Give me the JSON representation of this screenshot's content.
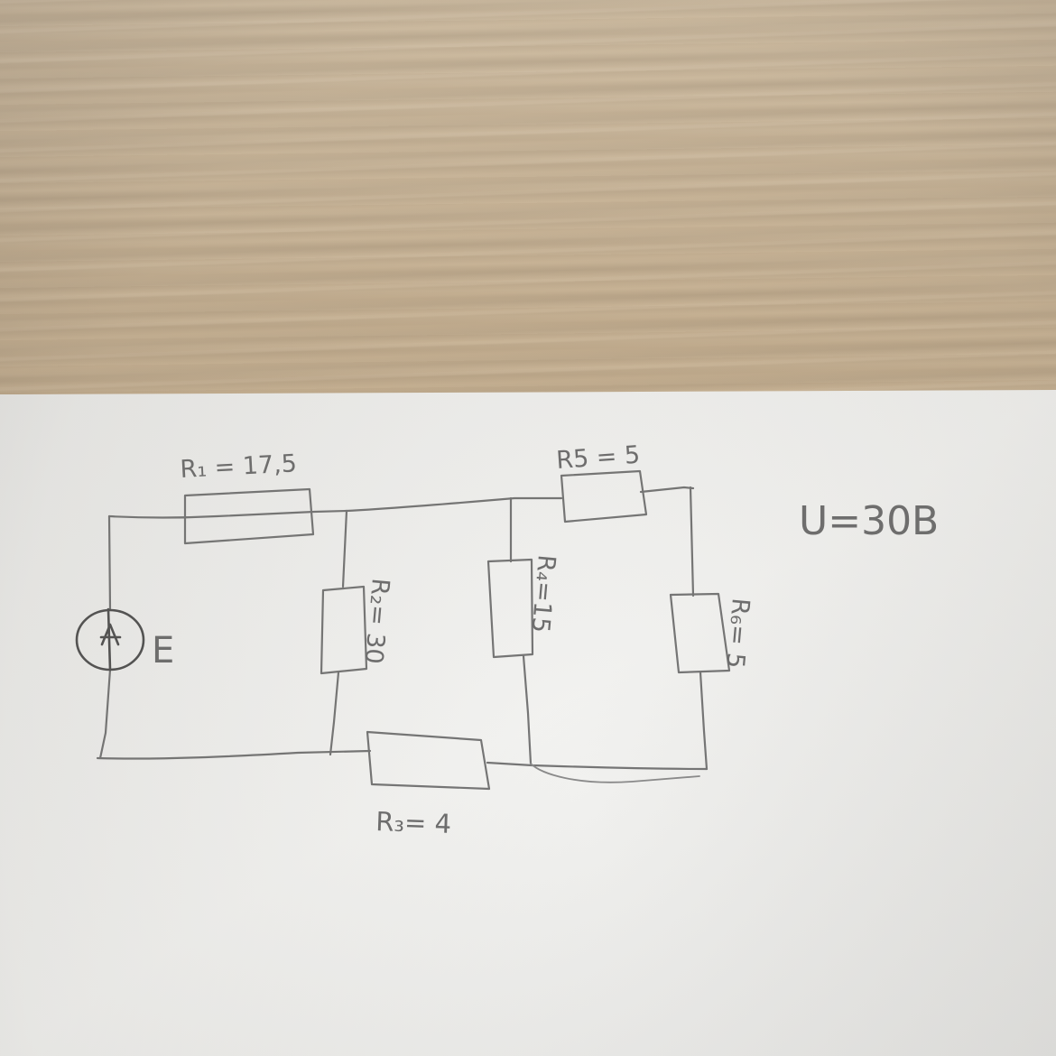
{
  "circuit": {
    "source_label": "E",
    "voltage_label": "U=30B",
    "resistors": {
      "r1": "R₁ = 17,5",
      "r2": "R₂= 30",
      "r3": "R₃= 4",
      "r4": "R₄=15",
      "r5": "R5 = 5",
      "r6": "R₆= 5"
    }
  },
  "colors": {
    "wood": "#c8b292",
    "paper": "#f2f2f0",
    "pencil": "#757575"
  }
}
